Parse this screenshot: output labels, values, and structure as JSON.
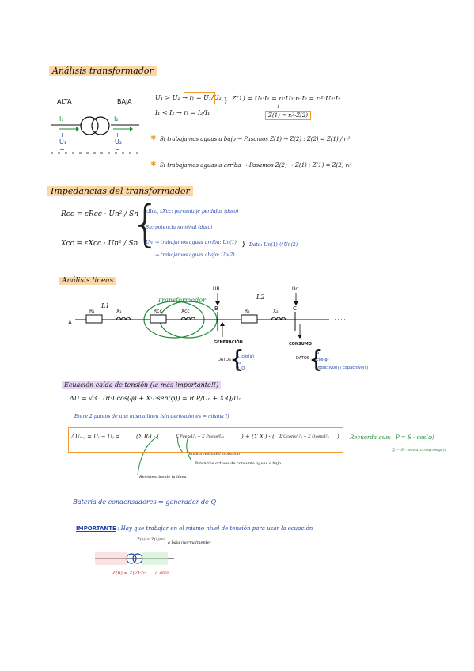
{
  "sections": {
    "transformer": {
      "title": "Análisis transformador",
      "alta": "ALTA",
      "baja": "BAJA",
      "i1": "I₁",
      "i2": "I₂",
      "u1": "U₁",
      "u2": "U₂",
      "cond1": "U₁ > U₂ → rₜ = U₁/U₂",
      "cond2": "I₁ < I₂ → rₜ = I₂/I₁",
      "z_eq": "Z(1) = U₁·I₁ = rₜ·U₂·rₜ·I₂ = rₜ²·U₂·I₂",
      "z_box": "Z(1) = rₜ²·Z(2)",
      "rule1": "Si trabajamos aguas a bajo → Pasamos Z(1) → Z(2) :  Z(2) = Z(1) / rₜ²",
      "rule2": "Si trabajamos aguas a arriba → Pasamos Z(2) → Z(1) :  Z(1) = Z(2)·rₜ²"
    },
    "impedances": {
      "title": "Impedancias del transformador",
      "rcc": "Rcc =  εRcc · Un² / Sn",
      "xcc": "Xcc =  εXcc · Un² / Sn",
      "note1": "εRcc, εXcc: porcentaje pérdidas (dato)",
      "note2": "Sn: potencia nominal (dato)",
      "note3": "Un",
      "note4": "→ trabajamos aguas arriba: Un(1)",
      "note5": "→ trabajamos aguas abajo: Un(2)",
      "note6": "Dato: Un(1) // Un(2)"
    },
    "lines": {
      "title": "Análisis líneas",
      "transformador": "Transformador",
      "l1": "L1",
      "l2": "L2",
      "a": "A",
      "b": "B",
      "c": "C",
      "ub": "UB",
      "uc": "Uc",
      "r1": "R₁",
      "x1": "X₁",
      "rcc": "Rcc",
      "xcc": "Xcc",
      "r2": "R₂",
      "x2": "X₂",
      "generacion": "GENERACIÓN",
      "consumo": "CONSUMO",
      "datos1_label": "DATOS",
      "datos1_a": "S, cos(φ)",
      "datos1_b": "o",
      "datos1_c": "P, Q",
      "datos2_label": "DATOS",
      "datos2_a": "S",
      "datos2_b": "cos(φ)",
      "datos2_c": "inductivo(i) / capacitivo(c)"
    },
    "voltage_drop": {
      "title": "Ecuación caída de tensión (la más importante!!)",
      "eq1": "ΔU = √3 · (R·I·cos(φ) + X·I·sen(φ)) =  R·P/Uₙ + X·Q/Uₙ",
      "between": "Entre 2 puntos de una misma línea (sin derivaciones = misma I)",
      "main_lhs": "ΔUᵢ₋ⱼ = Uᵢ − Uⱼ =",
      "main_sum_r": "(Σ Rₗ) · (",
      "main_frac1": "Σ Pgen/Uₙ − Σ Pcons/Uₙ",
      "main_plus": ") + (Σ Xₗ) · (",
      "main_frac2": "Σ Qcons/Uₙ − Σ Qgen/Uₙ",
      "main_close": ")",
      "ann1": "Tensión nodo del consumo",
      "ann2": "Potencias activas de consumo aguas a bajo",
      "ann3": "Resistencias de la línea",
      "recuerda": "Recuerda que:",
      "p_formula": "P = S · cos(φ)",
      "q_formula": "Q = S · sen(arccos(cos(φ)))"
    },
    "battery": {
      "text": "Batería de condensadores ⇒ generador de Q"
    },
    "important": {
      "label": "IMPORTANTE",
      "text": ": Hay que trabajar en el mismo nivel de tensión para usar la ecuación",
      "zn2": "Z(n) = Z(1)/rₜ²",
      "baja": "a baja (normalmente)",
      "zn1": "Z(n) = Z(2)·rₜ²",
      "alta": "a alta"
    }
  },
  "colors": {
    "orange_hl": "#fbd7a6",
    "purple_hl": "#e6d2f2",
    "blue": "#2144a8",
    "green": "#1e8a3a",
    "red": "#d21c1c",
    "orange_box": "#f29a2e"
  }
}
